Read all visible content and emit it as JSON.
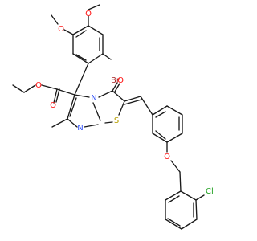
{
  "molecule": {
    "atom_labels": {
      "methoxy_o_1": "O",
      "methoxy_o_2": "O",
      "ester_ether_o": "O",
      "ester_carbonyl_o": "O",
      "ring_carbonyl_o": "O",
      "ring_n_fused": "N",
      "ring_n_imine": "N",
      "ring_s": "S",
      "aryl_ether_o": "O",
      "bromine": "Br",
      "chlorine": "Cl"
    },
    "colors": {
      "bond": "#1a1a1a",
      "oxygen": "#ff0d0d",
      "nitrogen": "#3050f8",
      "sulfur": "#b8a000",
      "bromine": "#a62929",
      "chlorine": "#1fa01f"
    }
  }
}
